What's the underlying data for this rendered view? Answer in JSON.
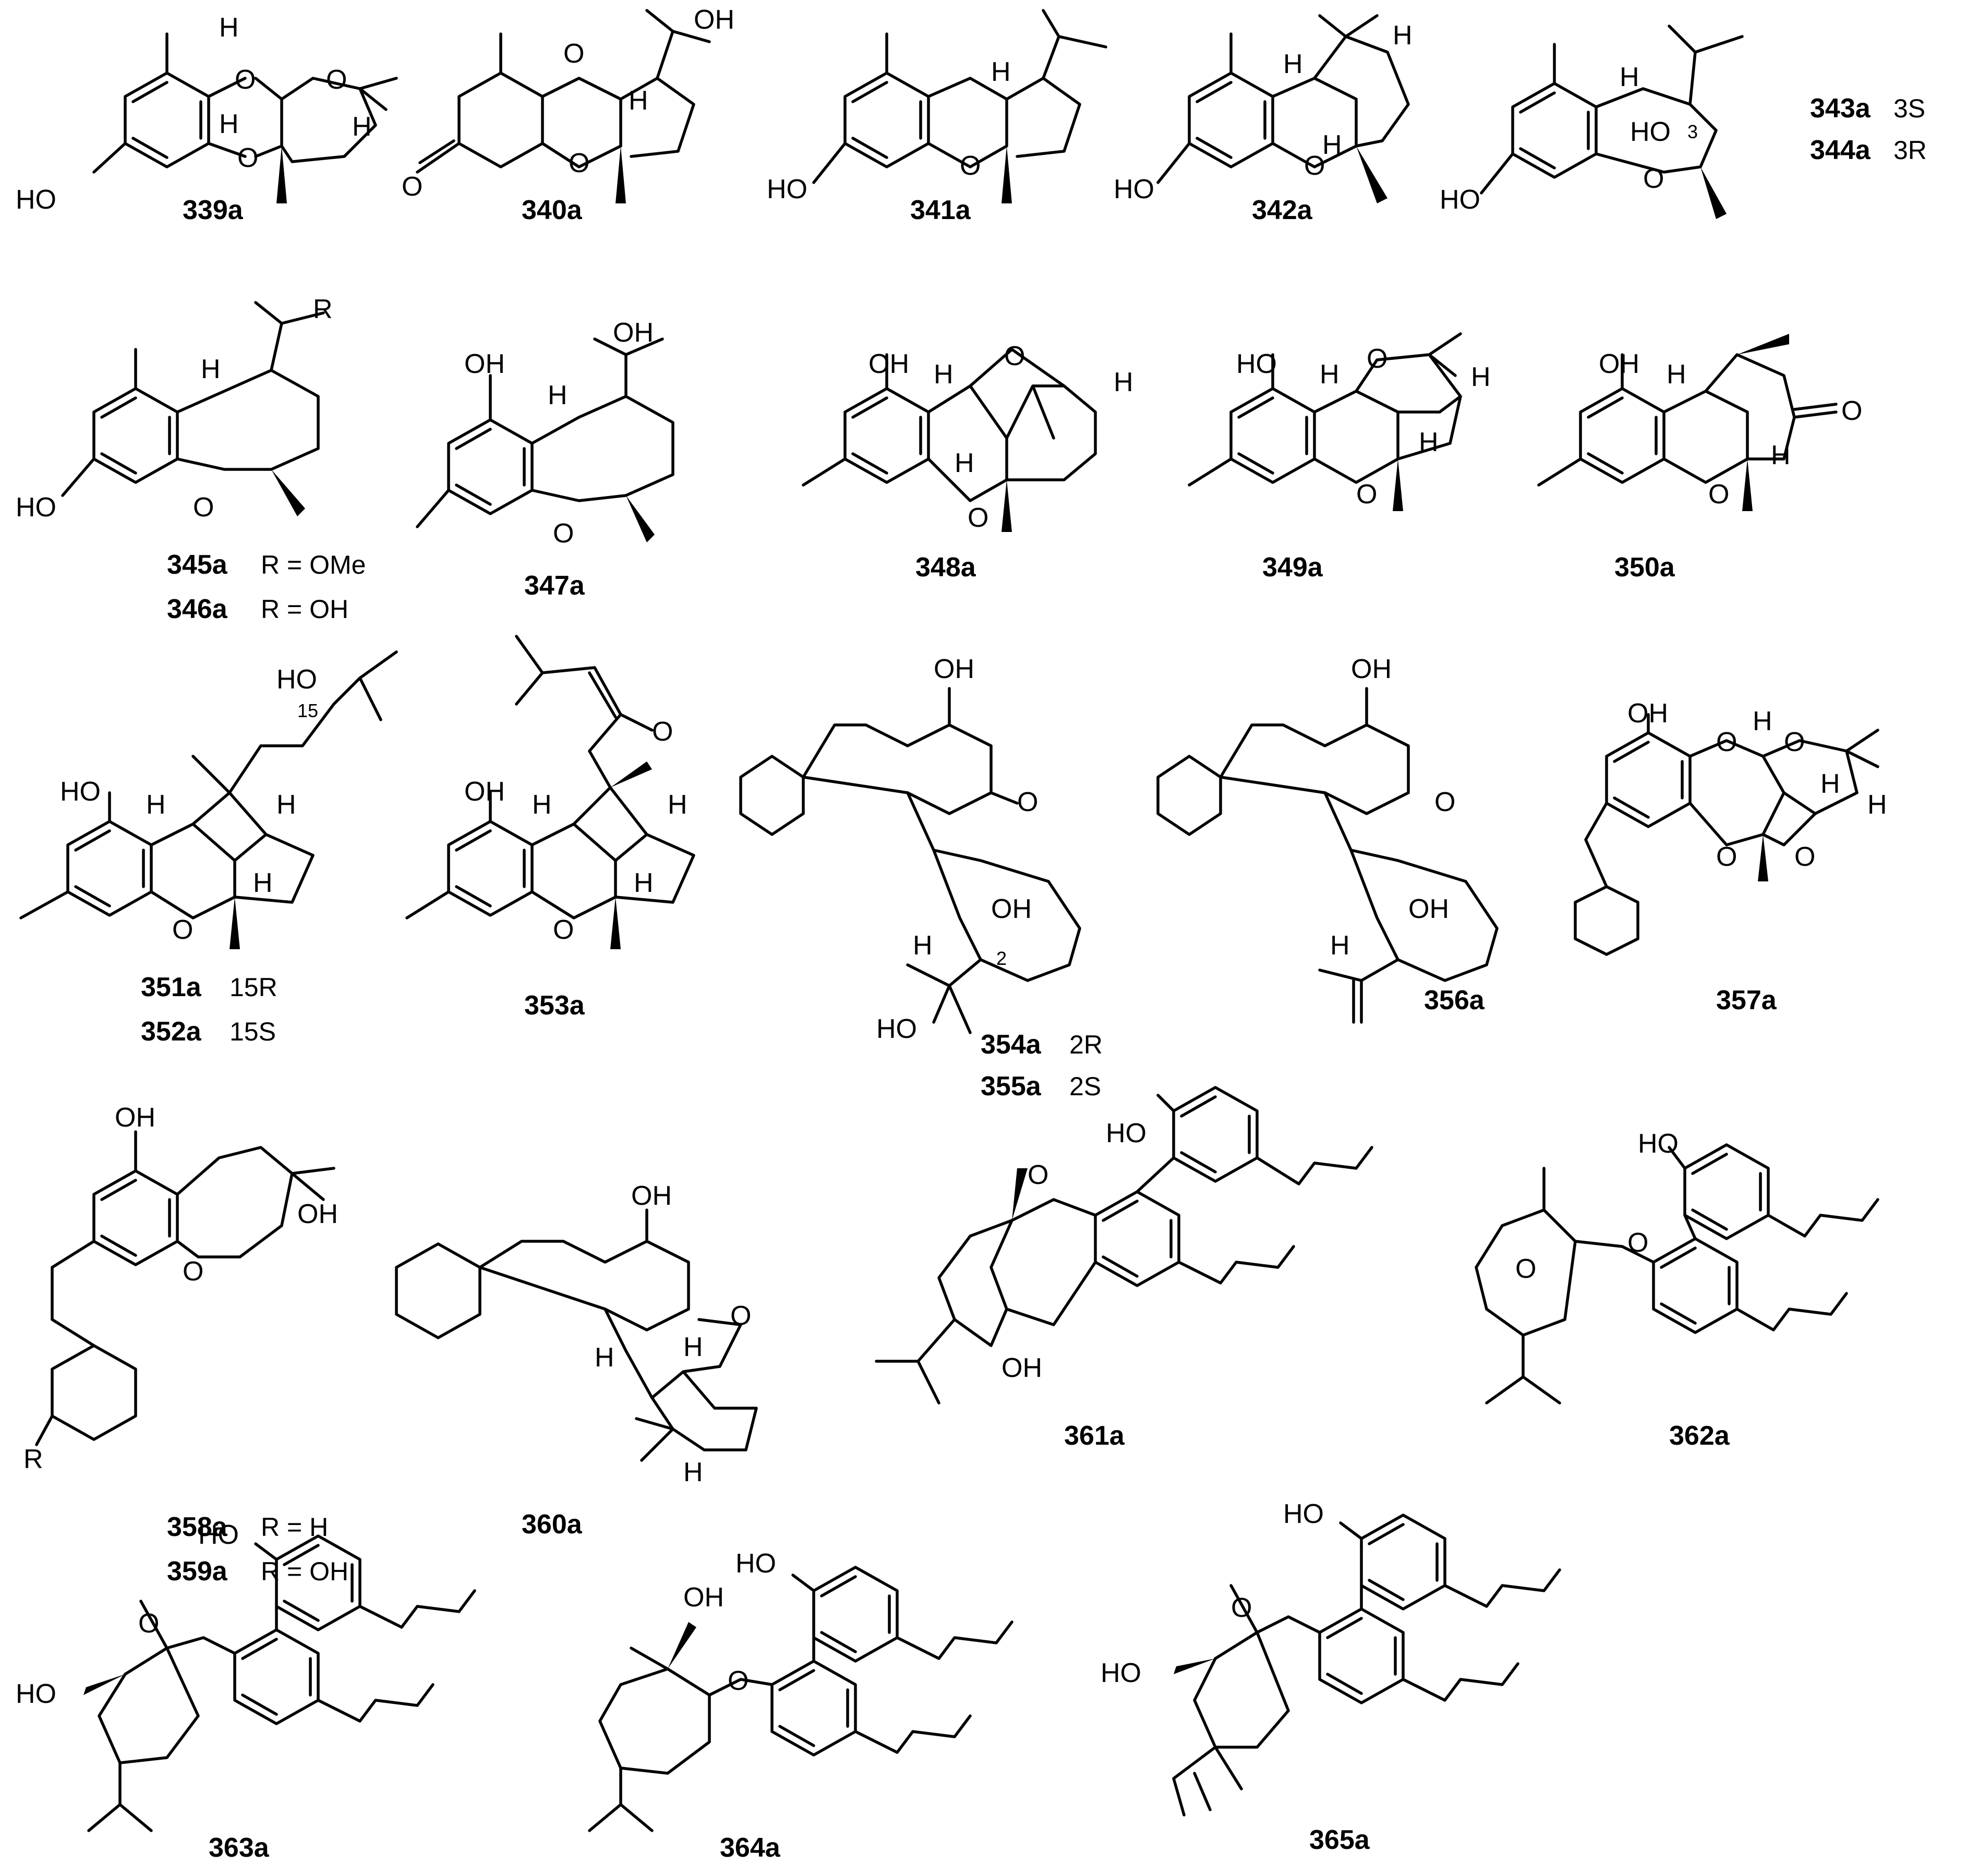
{
  "compounds": [
    {
      "id": "339a"
    },
    {
      "id": "340a"
    },
    {
      "id": "341a"
    },
    {
      "id": "342a"
    },
    {
      "id": "343a",
      "note": "3S"
    },
    {
      "id": "344a",
      "note": "3R"
    },
    {
      "id": "345a",
      "note": "R = OMe"
    },
    {
      "id": "346a",
      "note": "R = OH"
    },
    {
      "id": "347a"
    },
    {
      "id": "348a"
    },
    {
      "id": "349a"
    },
    {
      "id": "350a"
    },
    {
      "id": "351a",
      "note": "15R"
    },
    {
      "id": "352a",
      "note": "15S"
    },
    {
      "id": "353a"
    },
    {
      "id": "354a",
      "note": "2R"
    },
    {
      "id": "355a",
      "note": "2S"
    },
    {
      "id": "356a"
    },
    {
      "id": "357a"
    },
    {
      "id": "358a",
      "note": "R = H"
    },
    {
      "id": "359a",
      "note": "R = OH"
    },
    {
      "id": "360a"
    },
    {
      "id": "361a"
    },
    {
      "id": "362a"
    },
    {
      "id": "363a"
    },
    {
      "id": "364a"
    },
    {
      "id": "365a"
    }
  ],
  "atoms": {
    "HO": "HO",
    "OH": "OH",
    "O": "O",
    "H": "H",
    "R": "R",
    "n3": "3",
    "n15": "15",
    "n2": "2"
  }
}
